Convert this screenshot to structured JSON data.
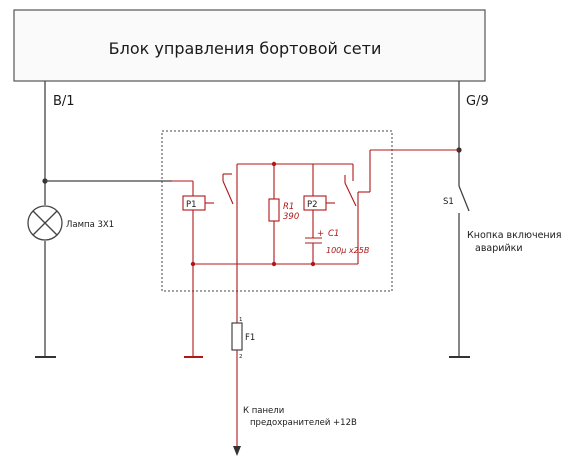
{
  "block": {
    "title": "Блок управления бортовой сети"
  },
  "terminals": {
    "left": "B/1",
    "right": "G/9"
  },
  "lamp": {
    "label": "Лампа 3Х1"
  },
  "relays": {
    "p1": "P1",
    "p2": "P2"
  },
  "resistor": {
    "ref": "R1",
    "value": "390"
  },
  "capacitor": {
    "ref": "C1",
    "polarity": "+",
    "value": "100μ x25В"
  },
  "fuse": {
    "ref": "F1",
    "pin_top": "1",
    "pin_bottom": "2"
  },
  "switch": {
    "ref": "S1",
    "label_line1": "Кнопка включения",
    "label_line2": "аварийки"
  },
  "output": {
    "label_line1": "К панели",
    "label_line2": "предохранителей +12В"
  },
  "colors": {
    "wire_black": "#444444",
    "wire_red": "#b01818",
    "text": "#1a1a1a"
  }
}
